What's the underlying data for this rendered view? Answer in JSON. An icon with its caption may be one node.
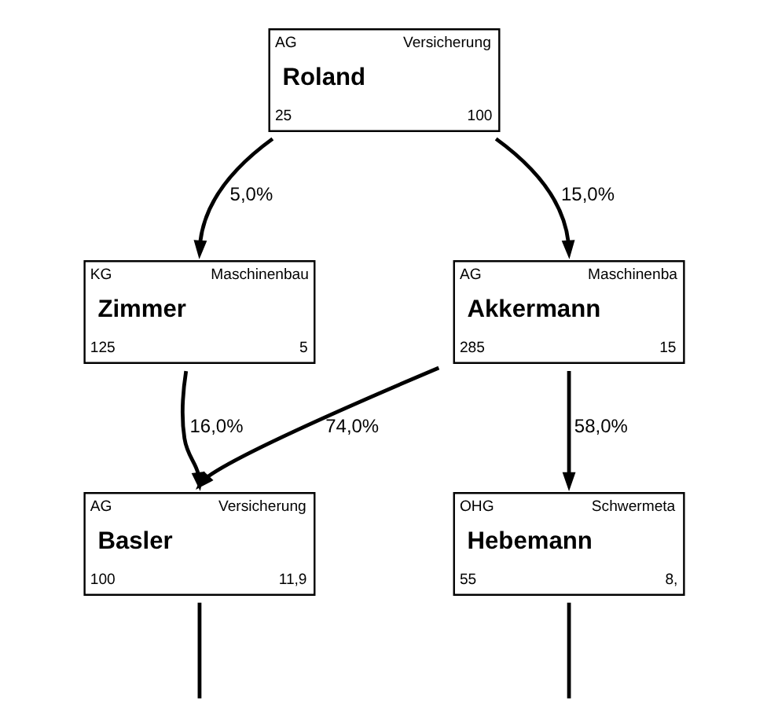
{
  "diagram": {
    "nodes": [
      {
        "text": [
          "AG",
          "Versicherung",
          "Roland",
          "25",
          "100"
        ]
      },
      {
        "text": [
          "KG",
          "Maschinenbau",
          "Zimmer",
          "125",
          "5"
        ]
      },
      {
        "text": [
          "AG",
          "Maschinenba",
          "Akkermann",
          "285",
          "15"
        ]
      },
      {
        "text": [
          "AG",
          "Versicherung",
          "Basler",
          "100",
          "11,9"
        ]
      },
      {
        "text": [
          "OHG",
          "Schwermeta",
          "Hebemann",
          "55",
          "8,"
        ]
      }
    ],
    "edges": [
      {
        "from": 0,
        "to": 1,
        "arrow": "to",
        "label": "5,0%"
      },
      {
        "from": 0,
        "to": 2,
        "arrow": "to",
        "label": "15,0%"
      },
      {
        "from": 1,
        "to": 3,
        "arrow": "to",
        "label": "16,0%"
      },
      {
        "from": 2,
        "to": 3,
        "arrow": "to",
        "label": "74,0%"
      },
      {
        "from": 2,
        "to": 4,
        "arrow": "to",
        "label": "58,0%"
      },
      {
        "from": 3,
        "to": null,
        "arrow": "none"
      },
      {
        "from": 4,
        "to": null,
        "arrow": "none"
      }
    ]
  }
}
